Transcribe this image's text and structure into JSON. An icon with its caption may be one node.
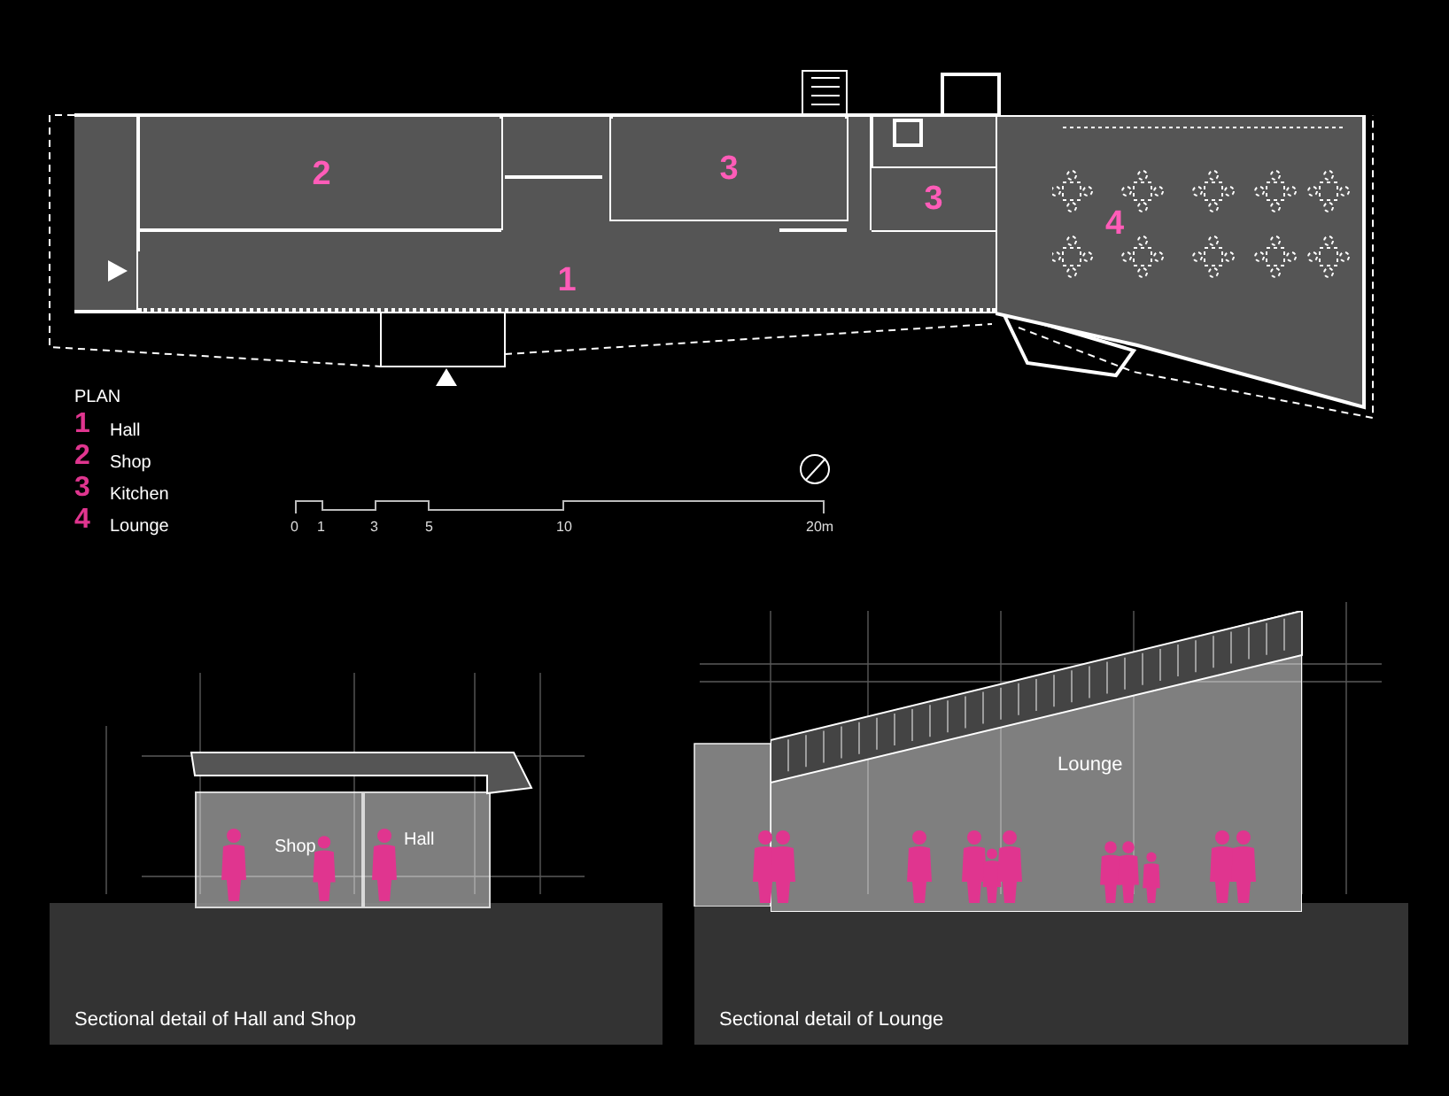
{
  "diagram": {
    "nodes": [
      {
        "text": [
          "2"
        ]
      },
      {
        "text": [
          "3"
        ]
      },
      {
        "text": [
          "3"
        ]
      },
      {
        "text": [
          "1"
        ]
      },
      {
        "text": [
          "4"
        ]
      },
      {
        "text": [
          "Sectional detail of Hall and Shop"
        ]
      },
      {
        "text": [
          "Shop"
        ]
      },
      {
        "text": [
          "Hall"
        ]
      },
      {
        "text": [
          "Sectional detail of Lounge"
        ]
      },
      {
        "text": [
          "Lounge"
        ]
      }
    ],
    "labels": [
      "PLAN",
      "1",
      "Hall",
      "2",
      "Shop",
      "3",
      "Kitchen",
      "4",
      "Lounge",
      "0",
      "1",
      "3",
      "5",
      "10",
      "20m"
    ]
  }
}
